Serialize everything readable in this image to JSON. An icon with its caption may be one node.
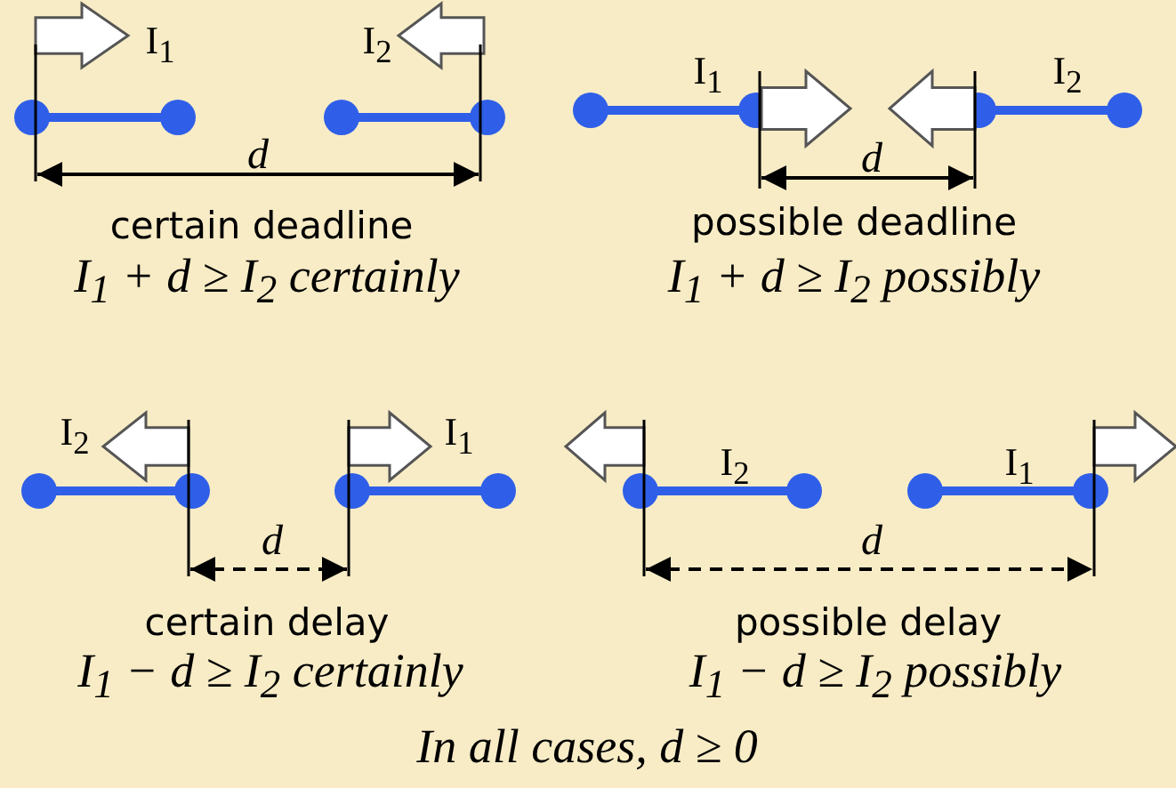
{
  "diagram": {
    "labels": [
      "I$_{1}$",
      "I$_{2}$",
      "d",
      "certain deadline",
      "I$_{1}$ + d ≥ I$_{2}$ certainly",
      "I$_{1}$",
      "I$_{2}$",
      "d",
      "possible deadline",
      "I$_{1}$ + d ≥ I$_{2}$ possibly",
      "I$_{2}$",
      "I$_{1}$",
      "d",
      "certain delay",
      "I$_{1}$ − d ≥ I$_{2}$ certainly",
      "I$_{2}$",
      "I$_{1}$",
      "d",
      "possible delay",
      "I$_{1}$ − d ≥ I$_{2}$ possibly"
    ],
    "caption": "In all cases, d ≥ 0"
  }
}
